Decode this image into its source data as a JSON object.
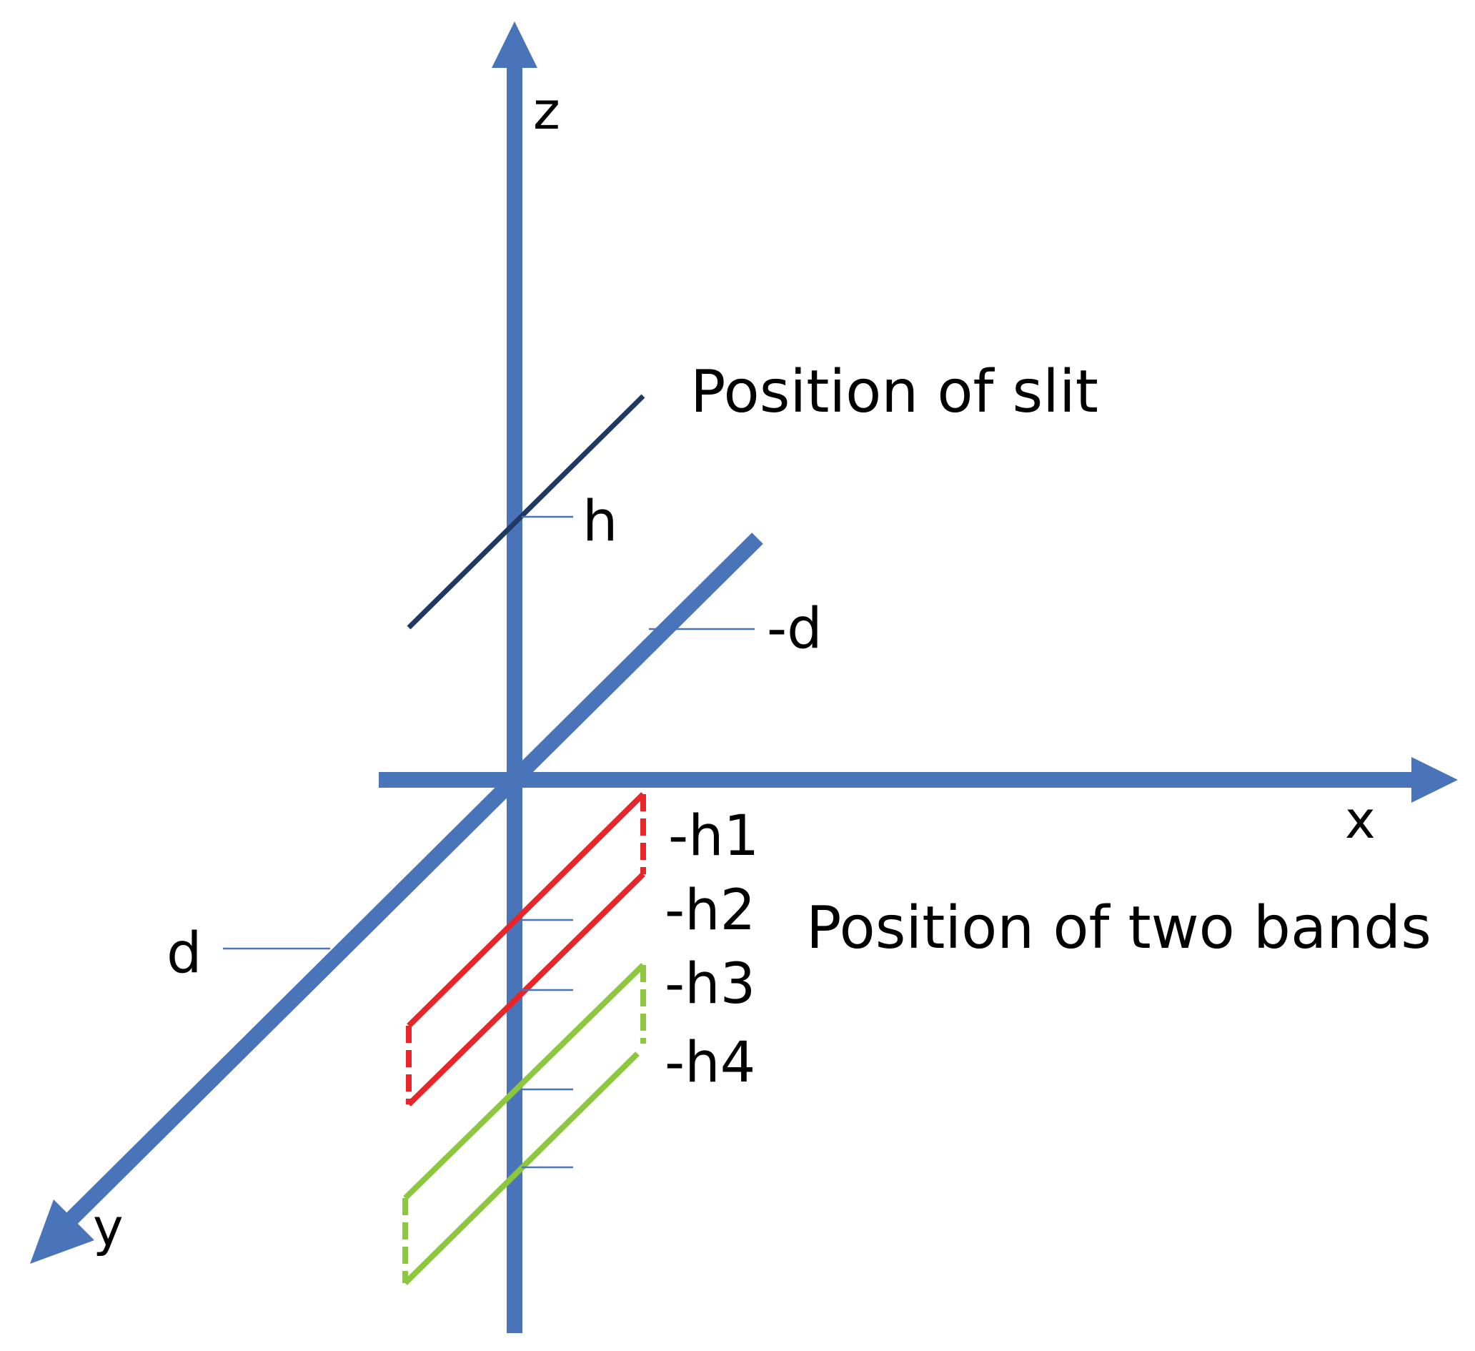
{
  "axes": {
    "z": "z",
    "x": "x",
    "y": "y"
  },
  "ticks": {
    "h": "h",
    "neg_d": "-d",
    "d": "d",
    "neg_h1": "-h1",
    "neg_h2": "-h2",
    "neg_h3": "-h3",
    "neg_h4": "-h4"
  },
  "captions": {
    "slit": "Position of slit",
    "bands": "Position of two bands"
  },
  "colors": {
    "axis": "#4a74b9",
    "slit": "#1f3864",
    "band_1": "#e8262a",
    "band_2": "#8dc63f",
    "tick": "#4a74b9",
    "text": "#000000"
  }
}
